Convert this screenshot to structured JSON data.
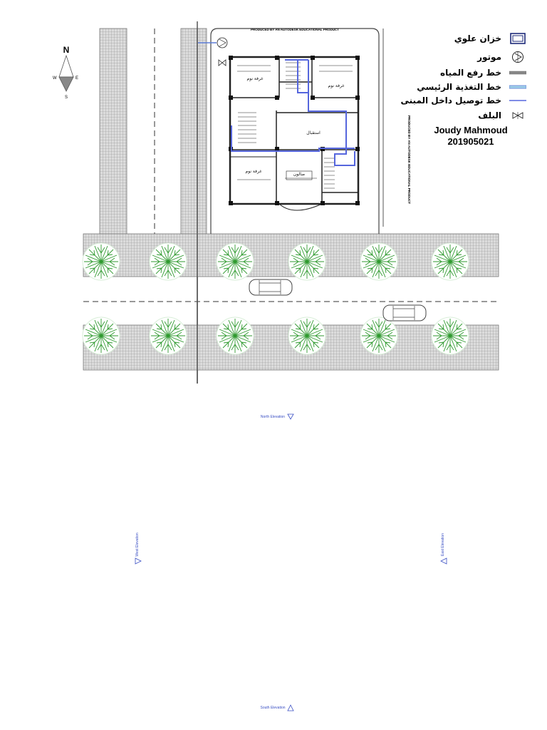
{
  "compass": {
    "north": "N",
    "south": "S",
    "east": "E",
    "west": "W"
  },
  "plan": {
    "stamp_top": "PRODUCED BY AN AUTODESK EDUCATIONAL PRODUCT",
    "stamp_side": "PRODUCED BY AN AUTODESK EDUCATIONAL PRODUCT",
    "rooms": {
      "bedroom": "غرفة نوم",
      "living": "استقبال",
      "salon": "صالون"
    }
  },
  "legend": {
    "items": [
      {
        "label": "خزان علوي",
        "icon": "tank-icon"
      },
      {
        "label": "موتور",
        "icon": "pump-icon"
      },
      {
        "label": "خط رفع المياه",
        "icon": "riser-line-icon"
      },
      {
        "label": "خط التغذية الرئيسي",
        "icon": "main-supply-line-icon"
      },
      {
        "label": "خط توصيل داخل المبنى",
        "icon": "internal-line-icon"
      },
      {
        "label": "البلف",
        "icon": "valve-icon"
      }
    ]
  },
  "author": {
    "name": "Joudy Mahmoud",
    "id": "201905021"
  },
  "elevations": {
    "north": "North Elevation",
    "south": "South Elevation",
    "east": "East Elevation",
    "west": "West Elevation"
  },
  "colors": {
    "pipe": "#5566dd",
    "tree": "#2f9a2f",
    "road_hatch": "#9a9a9a",
    "elevation": "#3a4fc4"
  }
}
